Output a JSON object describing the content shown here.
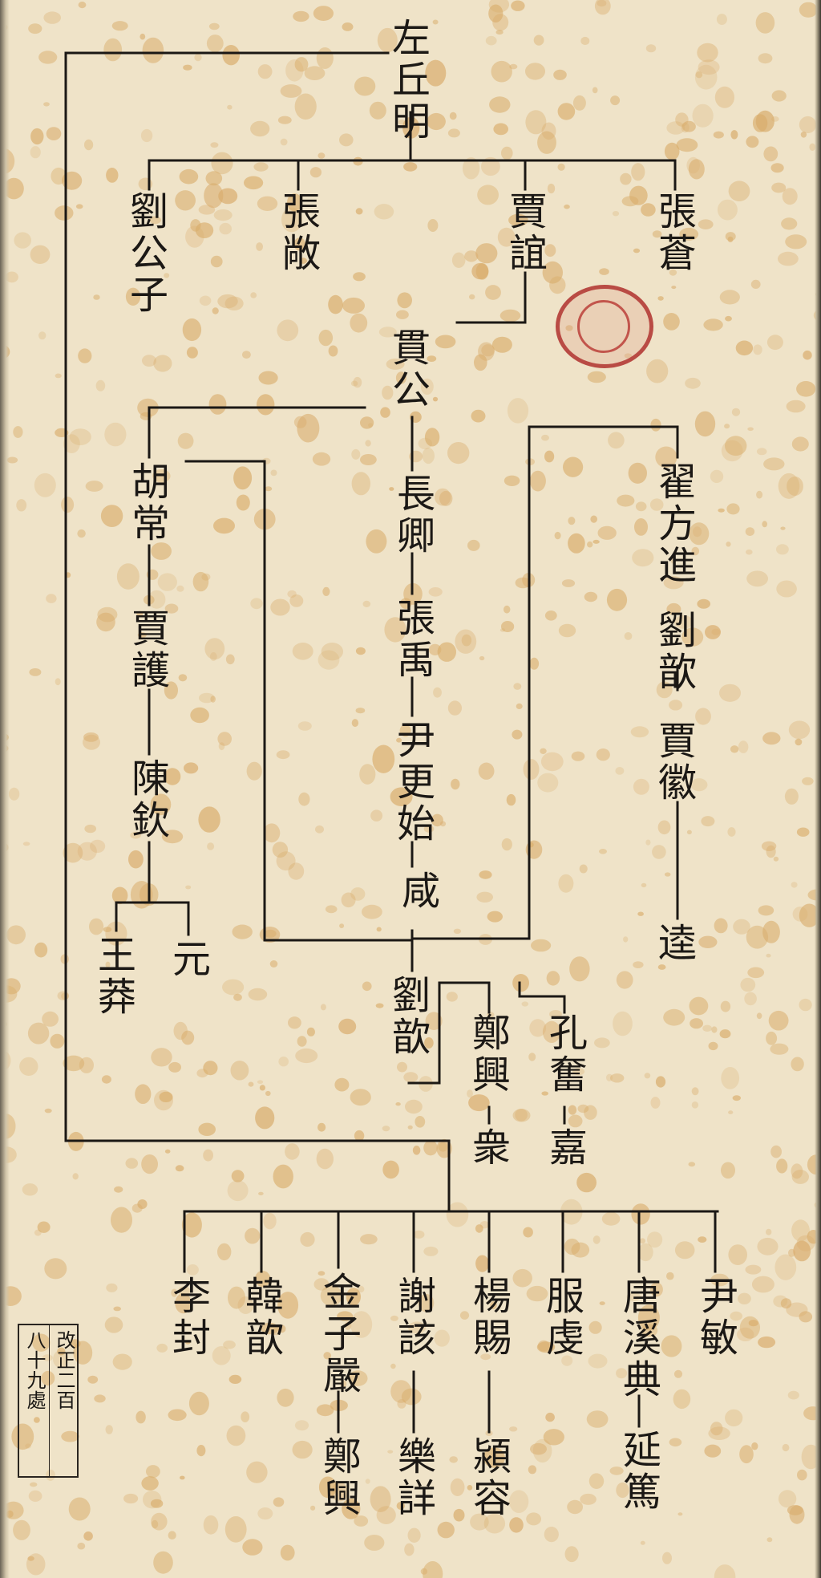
{
  "genealogy": {
    "zuo_qiuming": "左丘明",
    "zhang_cang": "張蒼",
    "jia_yi": "賈誼",
    "zhang_chang": "張敞",
    "liu_gongzi": "劉公子",
    "jia_gong": "貫公",
    "zhang_qing": "長卿",
    "zhang_yu": "張禹",
    "yin_gengshi": "尹更始",
    "xian": "咸",
    "liu_xin_center": "劉歆",
    "hu_chang": "胡常",
    "jia_hu": "賈護",
    "chen_qin": "陳欽",
    "yuan": "元",
    "wang_mang": "王莽",
    "zhai_fangjin": "翟方進",
    "liu_xin_right": "劉歆",
    "jia_hui": "賈徽",
    "kui": "逵",
    "kong_fen": "孔奮",
    "jia": "嘉",
    "zheng_xing": "鄭興",
    "zhong": "衆",
    "yin_min": "尹敏",
    "tang_xidian": "唐溪典",
    "yan_du": "延篤",
    "fu_qian": "服虔",
    "yang_ci": "楊賜",
    "ying_rong": "潁容",
    "xie_gai": "謝該",
    "le_xiang": "樂詳",
    "jin_ziyan": "金子嚴",
    "zheng_xing_bottom": "鄭興",
    "han_xin": "韓歆",
    "li_feng": "李封"
  },
  "stamp": {
    "col_right": "改正二百",
    "col_left": "八十九處"
  },
  "colors": {
    "paper": "#efe3c8",
    "foxing": "#d9ad6c",
    "ink": "#1b1815",
    "seal": "#b94b44"
  }
}
